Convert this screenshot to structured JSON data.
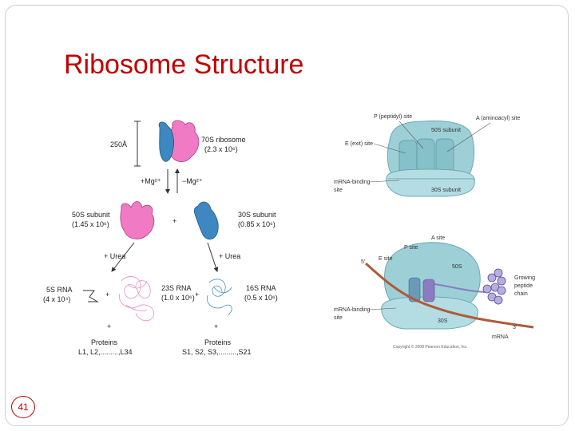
{
  "slide": {
    "title": "Ribosome Structure",
    "number": "41"
  },
  "left_diagram": {
    "scale_label": "250Å",
    "ribosome_70s": {
      "name": "70S ribosome",
      "mass": "(2.3 x 10⁶)"
    },
    "mg_add": "+Mg²⁺",
    "mg_remove": "−Mg²⁺",
    "subunit_50s": {
      "name": "50S subunit",
      "mass": "(1.45 x 10⁶)"
    },
    "subunit_30s": {
      "name": "30S subunit",
      "mass": "(0.85 x 10⁶)"
    },
    "plus": "+",
    "urea_left": "+ Urea",
    "urea_right": "+ Urea",
    "rna_5s": {
      "name": "5S RNA",
      "mass": "(4 x 10⁴)"
    },
    "rna_23s": {
      "name": "23S RNA",
      "mass": "(1.0 x 10⁶)"
    },
    "rna_16s": {
      "name": "16S RNA",
      "mass": "(0.5 x 10⁶)"
    },
    "proteins_left": {
      "name": "Proteins",
      "list": "L1, L2,.........,L34"
    },
    "proteins_right": {
      "name": "Proteins",
      "list": "S1, S2, S3,.........,S21"
    }
  },
  "top_right_diagram": {
    "p_site": "P (peptidyl) site",
    "a_site": "A (aminoacyl) site",
    "e_site": "E (exit) site",
    "subunit_50s": "50S subunit",
    "subunit_30s": "30S subunit",
    "mrna_site_line1": "mRNA-binding",
    "mrna_site_line2": "site"
  },
  "bottom_right_diagram": {
    "a_site": "A site",
    "p_site": "P site",
    "e_site": "E site",
    "five_prime": "5'",
    "three_prime": "3'",
    "subunit_50s": "50S",
    "subunit_30s": "30S",
    "growing_line1": "Growing",
    "growing_line2": "peptide",
    "growing_line3": "chain",
    "mrna_site_line1": "mRNA-binding",
    "mrna_site_line2": "site",
    "mrna": "mRNA",
    "copyright": "Copyright © 2008 Pearson Education, Inc."
  },
  "colors": {
    "title": "#c00000",
    "subunit_large": "#f07ac4",
    "subunit_small": "#3d88c0",
    "ribosome_teal": "#9dcfd6",
    "ribosome_dark": "#6aa9b3",
    "mrna": "#b05a3a",
    "peptide": "#8a7cc0"
  }
}
